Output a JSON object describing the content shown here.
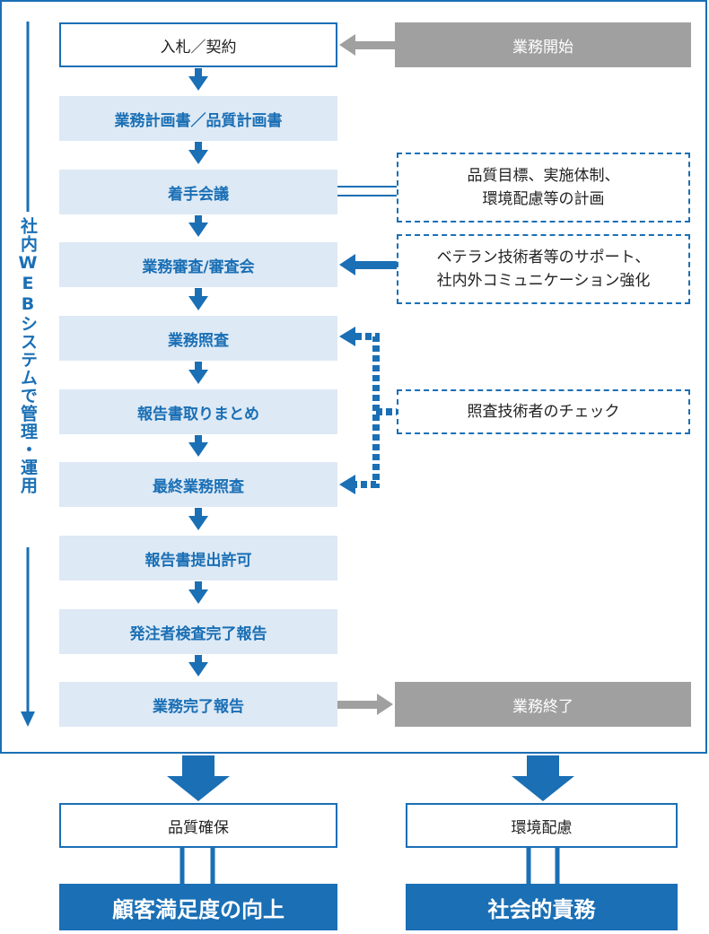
{
  "sidebar_label": "社内WEBシステムで管理・運用",
  "steps": [
    {
      "label": "入札／契約"
    },
    {
      "label": "業務計画書／品質計画書"
    },
    {
      "label": "着手会議"
    },
    {
      "label": "業務審査/審査会"
    },
    {
      "label": "業務照査"
    },
    {
      "label": "報告書取りまとめ"
    },
    {
      "label": "最終業務照査"
    },
    {
      "label": "報告書提出許可"
    },
    {
      "label": "発注者検査完了報告"
    },
    {
      "label": "業務完了報告"
    }
  ],
  "start_label": "業務開始",
  "end_label": "業務終了",
  "notes": {
    "kickoff": {
      "line1": "品質目標、実施体制、",
      "line2": "環境配慮等の計画"
    },
    "review": {
      "line1": "ベテラン技術者等のサポート、",
      "line2": "社内外コミュニケーション強化"
    },
    "check": {
      "line1": "照査技術者のチェック"
    }
  },
  "outcomes": [
    {
      "label": "品質確保",
      "result": "顧客満足度の向上"
    },
    {
      "label": "環境配慮",
      "result": "社会的責務"
    }
  ],
  "colors": {
    "primary": "#1a6fb5",
    "step_fill": "#dde9f5",
    "gray": "#a0a0a0"
  }
}
